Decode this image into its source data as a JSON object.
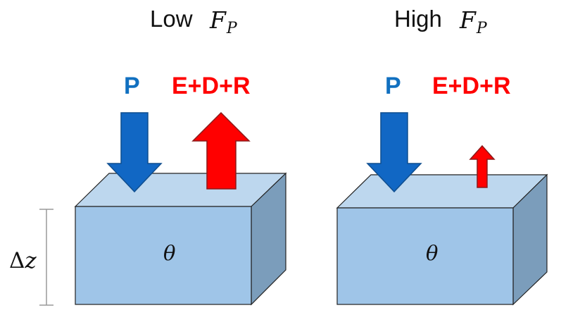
{
  "panels": [
    {
      "title_word": "Low",
      "title_var": "F",
      "title_sub": "P",
      "input_label": "P",
      "output_label": "E+D+R",
      "state_var": "θ",
      "output_magnitude": "large"
    },
    {
      "title_word": "High",
      "title_var": "F",
      "title_sub": "P",
      "input_label": "P",
      "output_label": "E+D+R",
      "state_var": "θ",
      "output_magnitude": "small"
    }
  ],
  "depth_label": {
    "delta": "Δ",
    "var": "z"
  },
  "colors": {
    "input_arrow": "#1167C4",
    "input_text": "#1170C0",
    "output_arrow": "#FF0000",
    "output_text": "#FF0000",
    "box_front": "#9FC5E8",
    "box_top": "#BDD7EE",
    "box_side": "#7B9DBB"
  }
}
